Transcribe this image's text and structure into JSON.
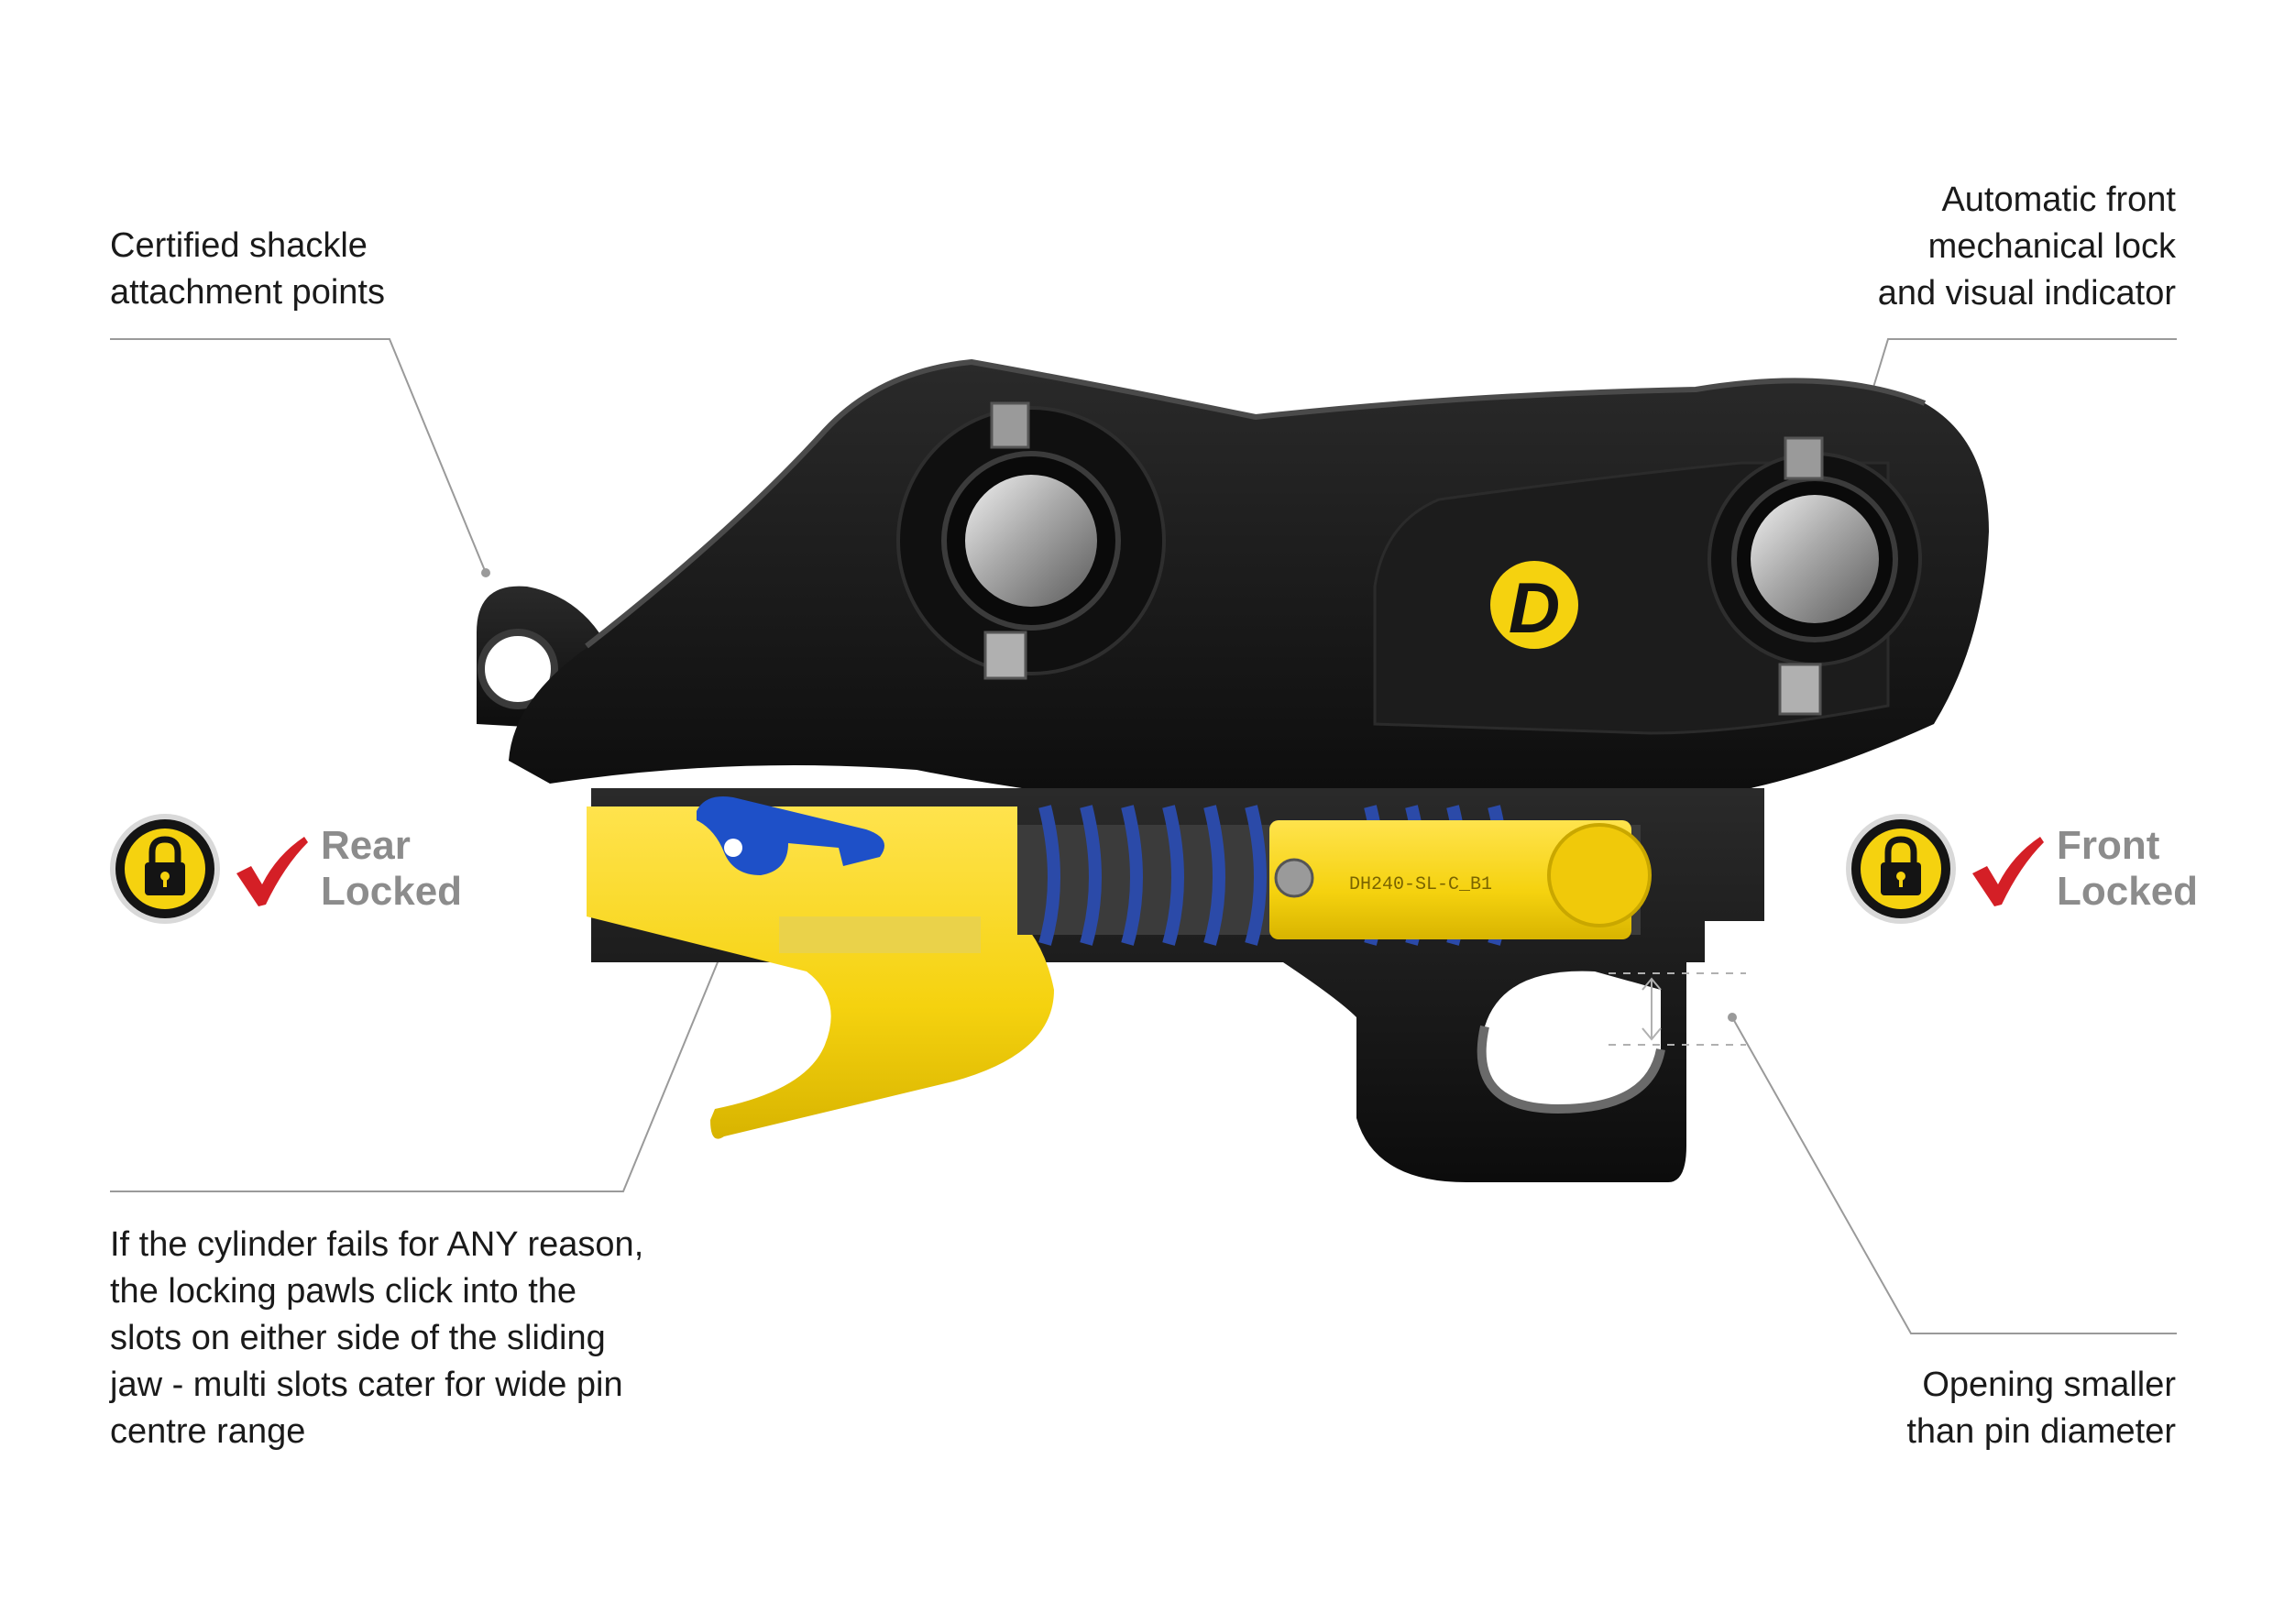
{
  "callouts": {
    "top_left": [
      "Certified shackle",
      "attachment points"
    ],
    "top_right": [
      "Automatic front",
      "mechanical lock",
      "and visual indicator"
    ],
    "bottom_left": [
      "If the cylinder fails for ANY reason,",
      "the locking pawls click into the",
      "slots on either side of the sliding",
      "jaw - multi slots cater for wide pin",
      "centre range"
    ],
    "bottom_right": [
      "Opening smaller",
      "than pin diameter"
    ]
  },
  "status": {
    "rear": [
      "Rear",
      "Locked"
    ],
    "front": [
      "Front",
      "Locked"
    ]
  },
  "product": {
    "logo_letter": "D",
    "part_code": "DH240-SL-C_B1"
  },
  "icons": {
    "lock": "padlock-icon",
    "check": "checkmark-icon"
  },
  "colors": {
    "brand_yellow": "#f5d20f",
    "body_black": "#141414",
    "spring_blue": "#2b4aa8",
    "pawl_blue": "#1e50c8",
    "check_red": "#d41f26",
    "status_gray": "#8c8c8c",
    "leader_gray": "#9a9a9a"
  }
}
